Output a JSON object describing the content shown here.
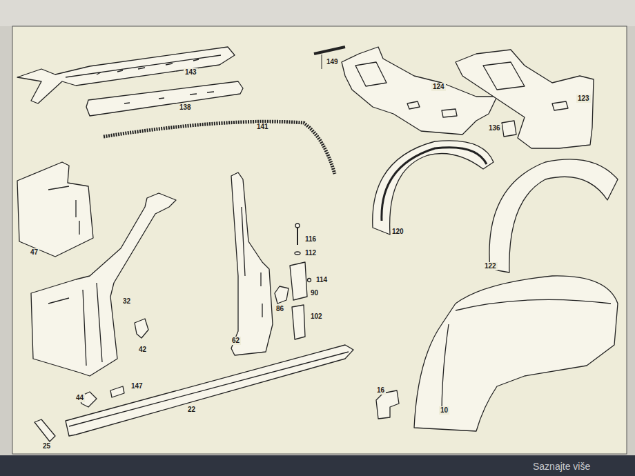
{
  "diagram": {
    "labels": [
      "149",
      "143",
      "124",
      "123",
      "138",
      "141",
      "136",
      "47",
      "116",
      "112",
      "120",
      "86",
      "114",
      "90",
      "32",
      "102",
      "122",
      "62",
      "42",
      "16",
      "147",
      "44",
      "22",
      "10",
      "25",
      "Saznajte više"
    ]
  }
}
